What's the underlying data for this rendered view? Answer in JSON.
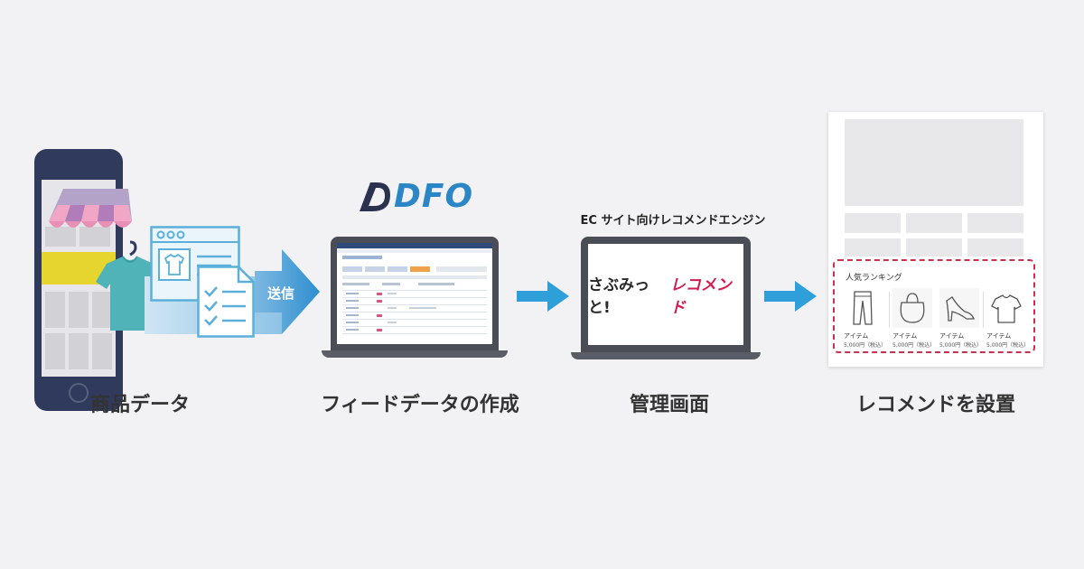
{
  "steps": [
    {
      "caption": "商品データ"
    },
    {
      "caption": "フィードデータの作成"
    },
    {
      "caption": "管理画面"
    },
    {
      "caption": "レコメンドを設置"
    }
  ],
  "send_label": "送信",
  "dfo_logo": "DFO",
  "engine_label": "EC サイト向けレコメンドエンジン",
  "product_logo": {
    "part1": "さぶみっと!",
    "part2": "レコメンド"
  },
  "ranking": {
    "title": "人気ランキング",
    "items": [
      {
        "label": "アイテム",
        "price": "5,000円（税込）",
        "icon": "pants-icon"
      },
      {
        "label": "アイテム",
        "price": "5,000円（税込）",
        "icon": "bag-icon"
      },
      {
        "label": "アイテム",
        "price": "5,000円（税込）",
        "icon": "heel-shoe-icon"
      },
      {
        "label": "アイテム",
        "price": "5,000円（税込）",
        "icon": "tshirt-icon"
      }
    ]
  },
  "colors": {
    "accent_blue": "#2e9fd8",
    "logo_blue": "#2b86c5",
    "logo_navy": "#2a3250",
    "brand_red": "#d11d52",
    "dashed_red": "#c8324f",
    "phone": "#2f3a5c",
    "shirt": "#4fb3b7"
  }
}
